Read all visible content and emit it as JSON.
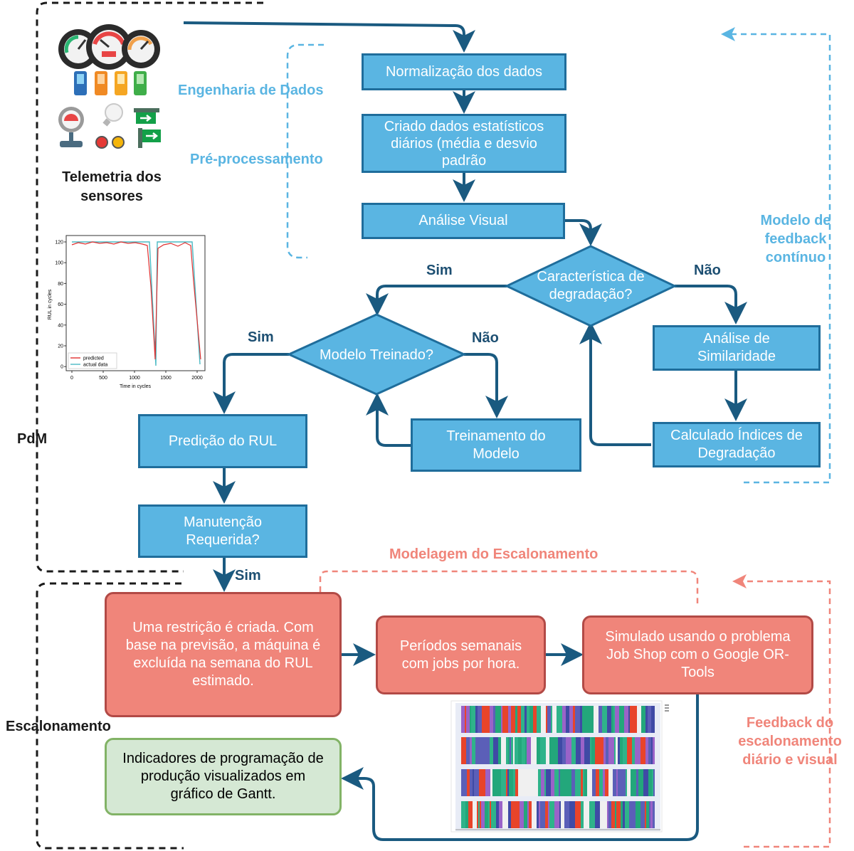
{
  "colors": {
    "process_fill": "#5ab5e2",
    "process_border": "#1f6d9b",
    "arrow": "#1a5a80",
    "schedule_fill": "#f0857a",
    "schedule_border": "#b24a46",
    "indicator_fill": "#d5e8d4",
    "indicator_border": "#82b366",
    "label_blue": "#5ab5e2",
    "label_red": "#f0857a"
  },
  "sensors": {
    "title": "Telemetria dos\nsensores",
    "icons": [
      "gauge-icon",
      "battery-icon",
      "pressure-gauge-icon",
      "lightbulb-icon",
      "signal-light-icon",
      "exit-sign-icon"
    ]
  },
  "rul_plot": {
    "ylabel": "RUL in cycles",
    "xlabel": "Time in cycles",
    "yticks": [
      "120",
      "100",
      "80",
      "60",
      "40",
      "20",
      "0"
    ],
    "xticks": [
      "0",
      "500",
      "1000",
      "1500",
      "2000"
    ],
    "legend": [
      "predicted",
      "actual data"
    ]
  },
  "labels": {
    "engenharia": "Engenharia de Dados",
    "preprocessamento": "Pré-processamento",
    "modelo_feedback": "Modelo de\nfeedback\ncontínuo",
    "pdm": "PdM",
    "escalonamento": "Escalonamento",
    "modelagem": "Modelagem do Escalonamento",
    "feedback_escalonamento": "Feedback do\nescalonamento\ndiário e visual",
    "sim_degradacao": "Sim",
    "nao_degradacao": "Não",
    "sim_treinado": "Sim",
    "nao_treinado": "Não",
    "sim_manutencao": "Sim"
  },
  "steps": {
    "normalizacao": "Normalização dos dados",
    "estatisticos": "Criado dados estatísticos\ndiários (média e desvio\npadrão",
    "analise_visual": "Análise Visual",
    "degradacao": "Característica de\ndegradação?",
    "modelo_treinado": "Modelo Treinado?",
    "similaridade": "Análise de\nSimilaridade",
    "treinamento": "Treinamento do\nModelo",
    "indices": "Calculado Índices de\nDegradação",
    "predicao": "Predição do RUL",
    "manutencao": "Manutenção\nRequerida?",
    "restricao": "Uma restrição é criada. Com\nbase na previsão, a máquina é\nexcluída na semana do RUL\nestimado.",
    "periodos": "Períodos semanais\ncom jobs por hora.",
    "simulado": "Simulado usando o problema\nJob Shop com o Google OR-\nTools",
    "indicadores": "Indicadores de programação de\nprodução visualizados em\ngráfico de Gantt."
  }
}
